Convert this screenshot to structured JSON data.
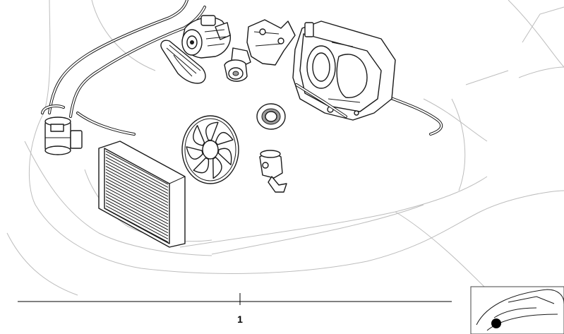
{
  "diagram": {
    "parts": [
      {
        "id": "receiver-drier",
        "name": "receiver-drier"
      },
      {
        "id": "condenser",
        "name": "condenser"
      },
      {
        "id": "drive-belt",
        "name": "drive-belt"
      },
      {
        "id": "ac-compressor",
        "name": "ac-compressor"
      },
      {
        "id": "compressor-bracket",
        "name": "compressor-bracket"
      },
      {
        "id": "heater-ac-unit",
        "name": "heater-ac-unit"
      },
      {
        "id": "auxiliary-fan",
        "name": "auxiliary-fan"
      },
      {
        "id": "seal-ring",
        "name": "seal-ring"
      },
      {
        "id": "control-valve",
        "name": "control-valve"
      },
      {
        "id": "refrigerant-lines",
        "name": "refrigerant-lines"
      }
    ],
    "callouts": [
      {
        "label": "1"
      }
    ],
    "thumbnail": {
      "marker_color": "#000000"
    }
  },
  "colors": {
    "line": "#1a1a1a",
    "ghost_outline": "#bdbdbd",
    "background": "#ffffff"
  }
}
